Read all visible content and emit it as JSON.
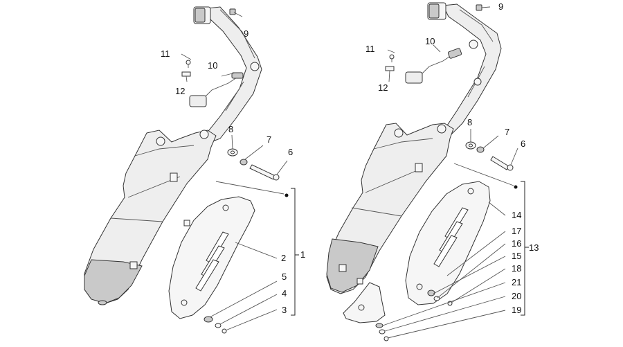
{
  "diagram": {
    "left_group": {
      "callouts": [
        "9",
        "11",
        "10",
        "12",
        "8",
        "7",
        "6",
        "2",
        "5",
        "4",
        "3"
      ],
      "assembly_label": "1"
    },
    "right_group": {
      "callouts": [
        "9",
        "11",
        "10",
        "12",
        "8",
        "7",
        "6",
        "14",
        "17",
        "16",
        "15",
        "18",
        "21",
        "20",
        "19"
      ],
      "assembly_label": "13"
    }
  }
}
